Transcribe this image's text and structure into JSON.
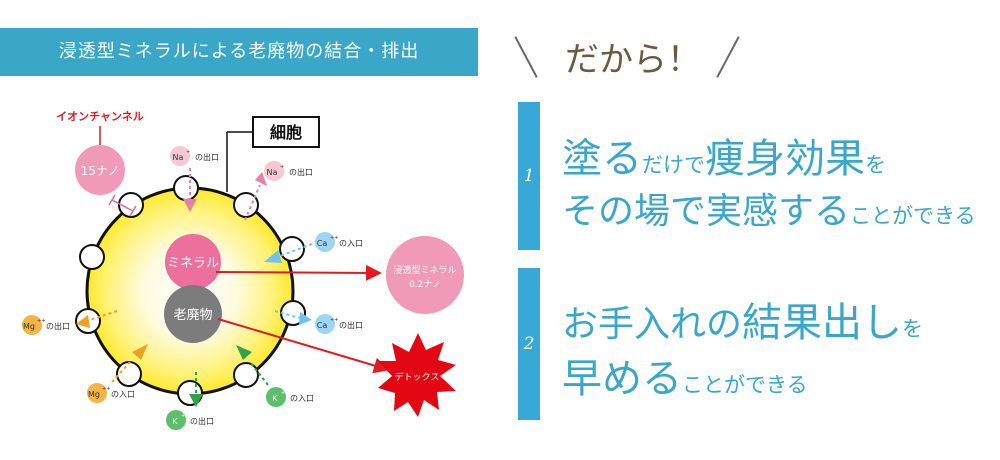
{
  "banner": "浸透型ミネラルによる老廃物の結合・排出",
  "tagline": "だから！",
  "diagram": {
    "ion_channel": "イオンチャンネル",
    "pore_size": "15ナノ",
    "cell_label": "細胞",
    "mineral": "ミネラル",
    "waste": "老廃物",
    "penetrating_mineral": [
      "浸透型ミネラル",
      "0.2ナノ"
    ],
    "detox": "デトックス",
    "ions": {
      "na": "Na",
      "na_sup": "+",
      "ca": "Ca",
      "ca_sup": "++",
      "mg": "Mg",
      "mg_sup": "++",
      "k": "K",
      "k_sup": "+",
      "out": "の出口",
      "in": "の入口"
    },
    "colors": {
      "na": "#e97fa7",
      "ca": "#6fc3ee",
      "mg": "#efa021",
      "k": "#2fa24a",
      "detox": "#e30613",
      "arrow": "#e01b24"
    }
  },
  "benefits": [
    {
      "number": "1",
      "line1": [
        {
          "t": "塗る",
          "s": "big"
        },
        {
          "t": "だけで",
          "s": "sm"
        },
        {
          "t": "痩身効果",
          "s": "big"
        },
        {
          "t": "を",
          "s": "sm"
        }
      ],
      "line2": [
        {
          "t": "その場で実感する",
          "s": "mid"
        },
        {
          "t": "ことができる",
          "s": "sm"
        }
      ]
    },
    {
      "number": "2",
      "line1": [
        {
          "t": "お手入れの",
          "s": "mid"
        },
        {
          "t": "結果出し",
          "s": "big"
        },
        {
          "t": "を",
          "s": "sm"
        }
      ],
      "line2": [
        {
          "t": "早める",
          "s": "big"
        },
        {
          "t": "ことができる",
          "s": "sm"
        }
      ]
    }
  ]
}
